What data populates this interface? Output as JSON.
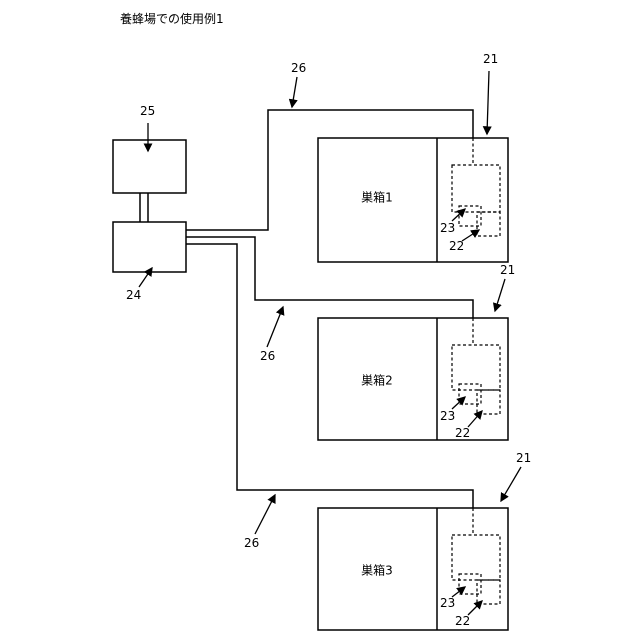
{
  "title": "養蜂場での使用例1",
  "colors": {
    "ink": "#000000",
    "background": "#ffffff"
  },
  "labels": {
    "ref21": "21",
    "ref22": "22",
    "ref23": "23",
    "ref24": "24",
    "ref25": "25",
    "ref26": "26"
  },
  "hives": [
    {
      "name": "巣箱1"
    },
    {
      "name": "巣箱2"
    },
    {
      "name": "巣箱3"
    }
  ]
}
